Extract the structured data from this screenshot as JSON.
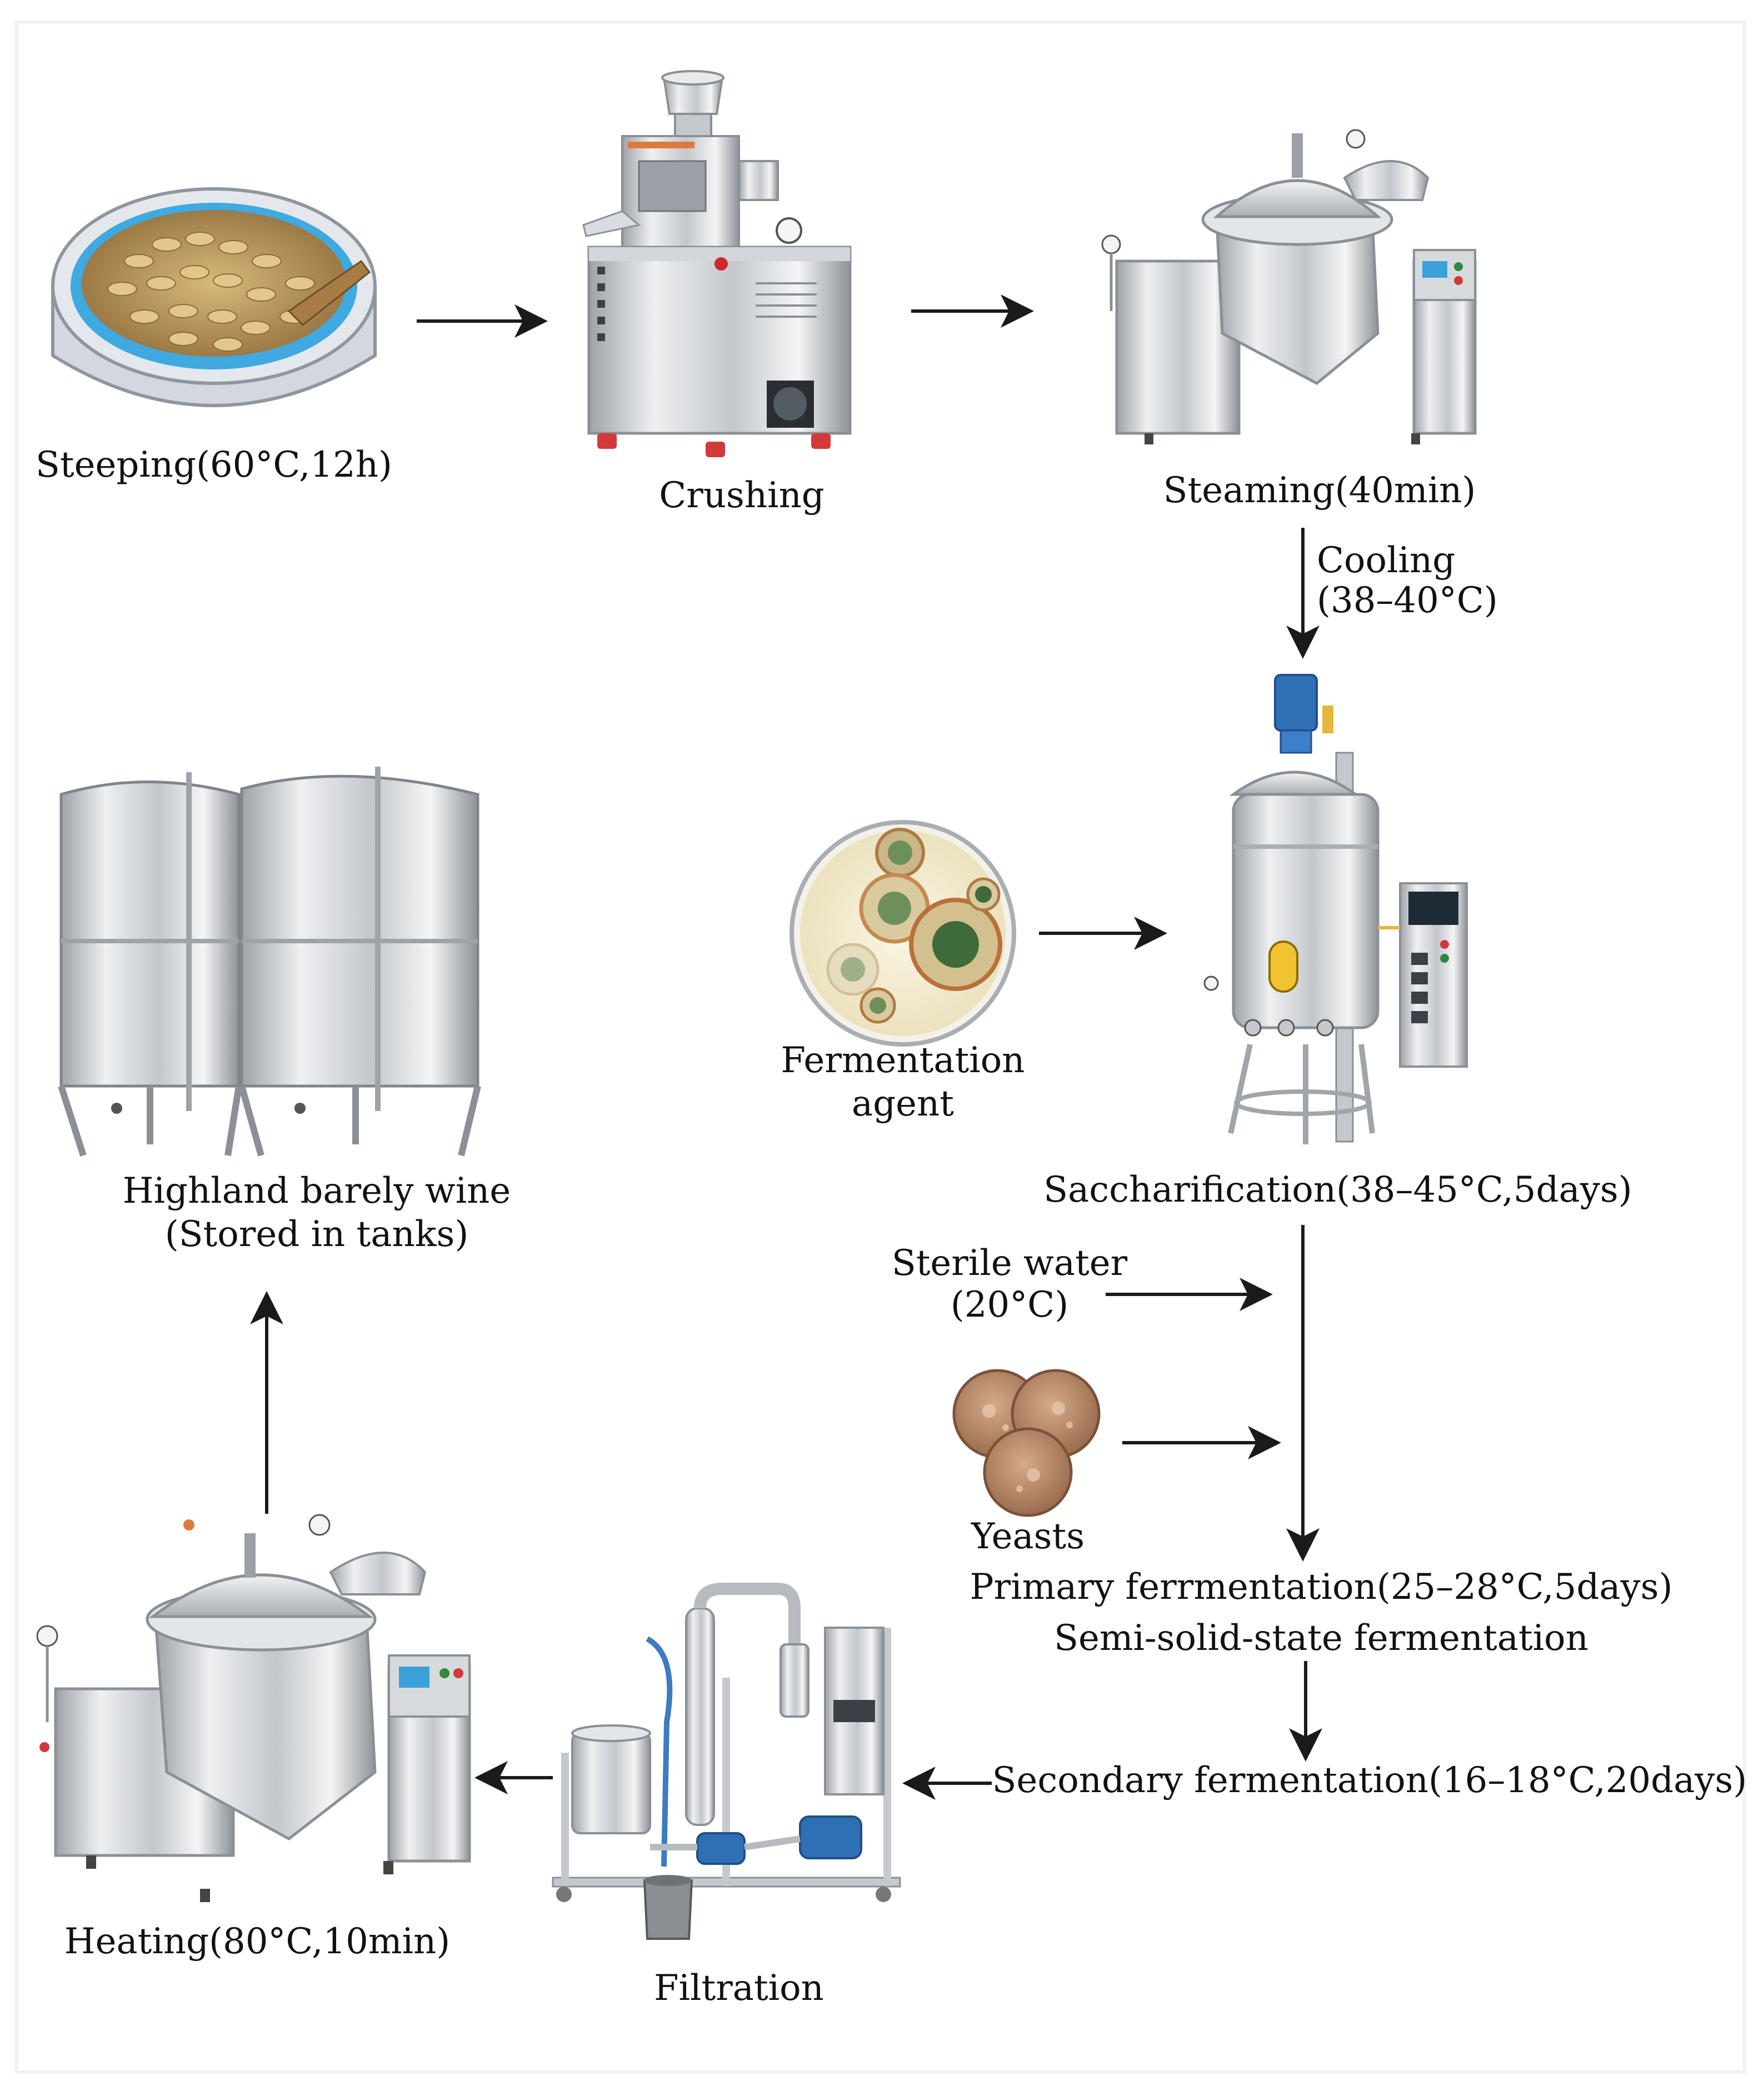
{
  "steps": {
    "steeping": "Steeping(60°C,12h)",
    "crushing": "Crushing",
    "steaming": "Steaming(40min)",
    "cooling_line1": "Cooling",
    "cooling_line2": "(38–40°C)",
    "fermentation_agent_line1": "Fermentation",
    "fermentation_agent_line2": "agent",
    "saccharification": "Saccharification(38–45°C,5days)",
    "sterile_water_line1": "Sterile water",
    "sterile_water_line2": "(20°C)",
    "yeasts": "Yeasts",
    "primary_fermentation": "Primary ferrmentation(25–28°C,5days)",
    "semi_solid": "Semi-solid-state fermentation",
    "secondary_fermentation": "Secondary fermentation(16–18°C,20days)",
    "filtration": "Filtration",
    "heating": "Heating(80°C,10min)",
    "product_line1": "Highland barely wine",
    "product_line2": "(Stored in tanks)"
  },
  "colors": {
    "arrow": "#1a1a1a",
    "steel": "#c9cdd2",
    "water": "#3fa9e0",
    "grain": "#c9a46a",
    "motor_blue": "#2f6fb3",
    "yeast": "#b98a68",
    "petri_colony": "#6f8f5a"
  }
}
